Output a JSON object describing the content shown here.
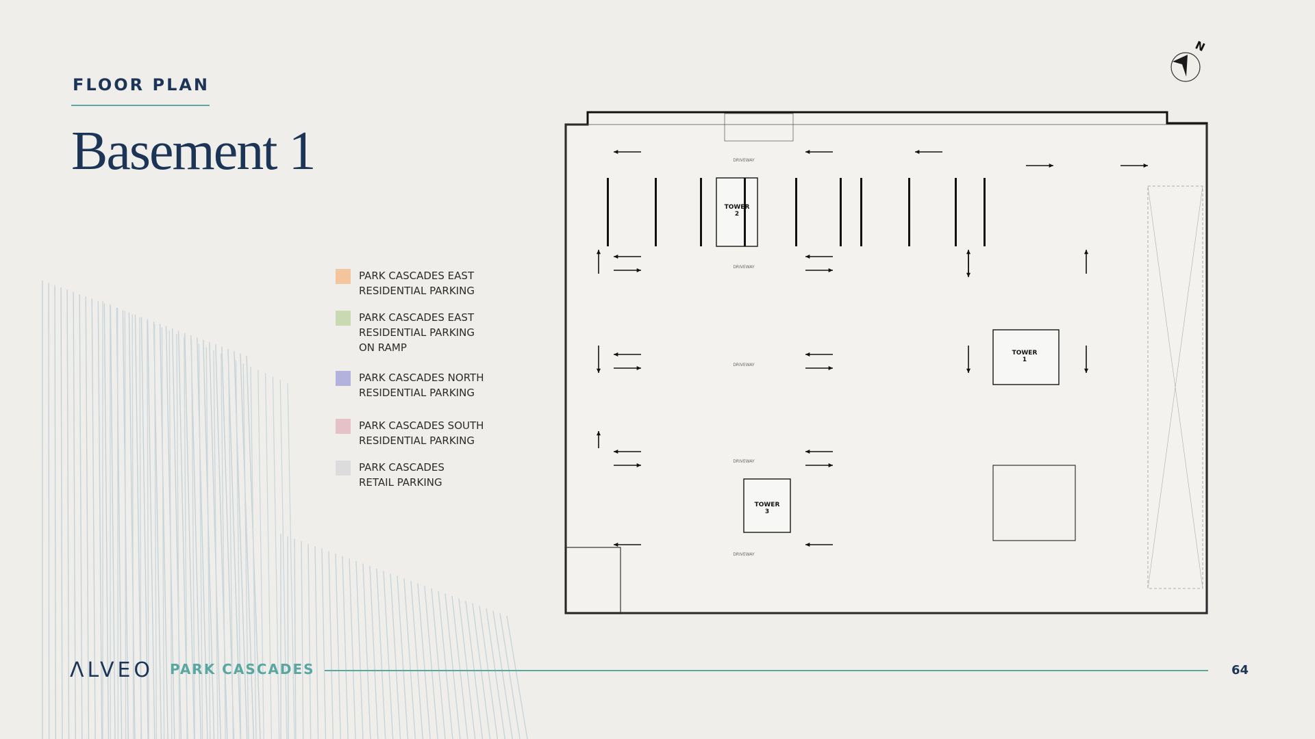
{
  "header": {
    "section_label": "FLOOR PLAN",
    "title": "Basement 1"
  },
  "legend": {
    "items": [
      {
        "label": "PARK CASCADES EAST\nRESIDENTIAL PARKING",
        "color": "#f4c59c"
      },
      {
        "label": "PARK CASCADES EAST\nRESIDENTIAL PARKING\nON RAMP",
        "color": "#c9d9b2"
      },
      {
        "label": "PARK CASCADES NORTH\nRESIDENTIAL PARKING",
        "color": "#b2b2dc"
      },
      {
        "label": "PARK CASCADES SOUTH\nRESIDENTIAL PARKING",
        "color": "#e4c2c7"
      },
      {
        "label": "PARK CASCADES\nRETAIL PARKING",
        "color": "#dcdcdc"
      }
    ]
  },
  "compass": {
    "label": "N",
    "icon": "north-arrow-icon"
  },
  "plan": {
    "tower_labels": [
      "TOWER\n2",
      "TOWER\n1",
      "TOWER\n3"
    ],
    "driveway_label": "DRIVEWAY"
  },
  "footer": {
    "brand": "ΛLVEO",
    "project": "PARK CASCADES",
    "page_number": "64"
  },
  "colors": {
    "navy": "#1c3557",
    "teal": "#5aa6a0",
    "background": "#efeeeb"
  }
}
